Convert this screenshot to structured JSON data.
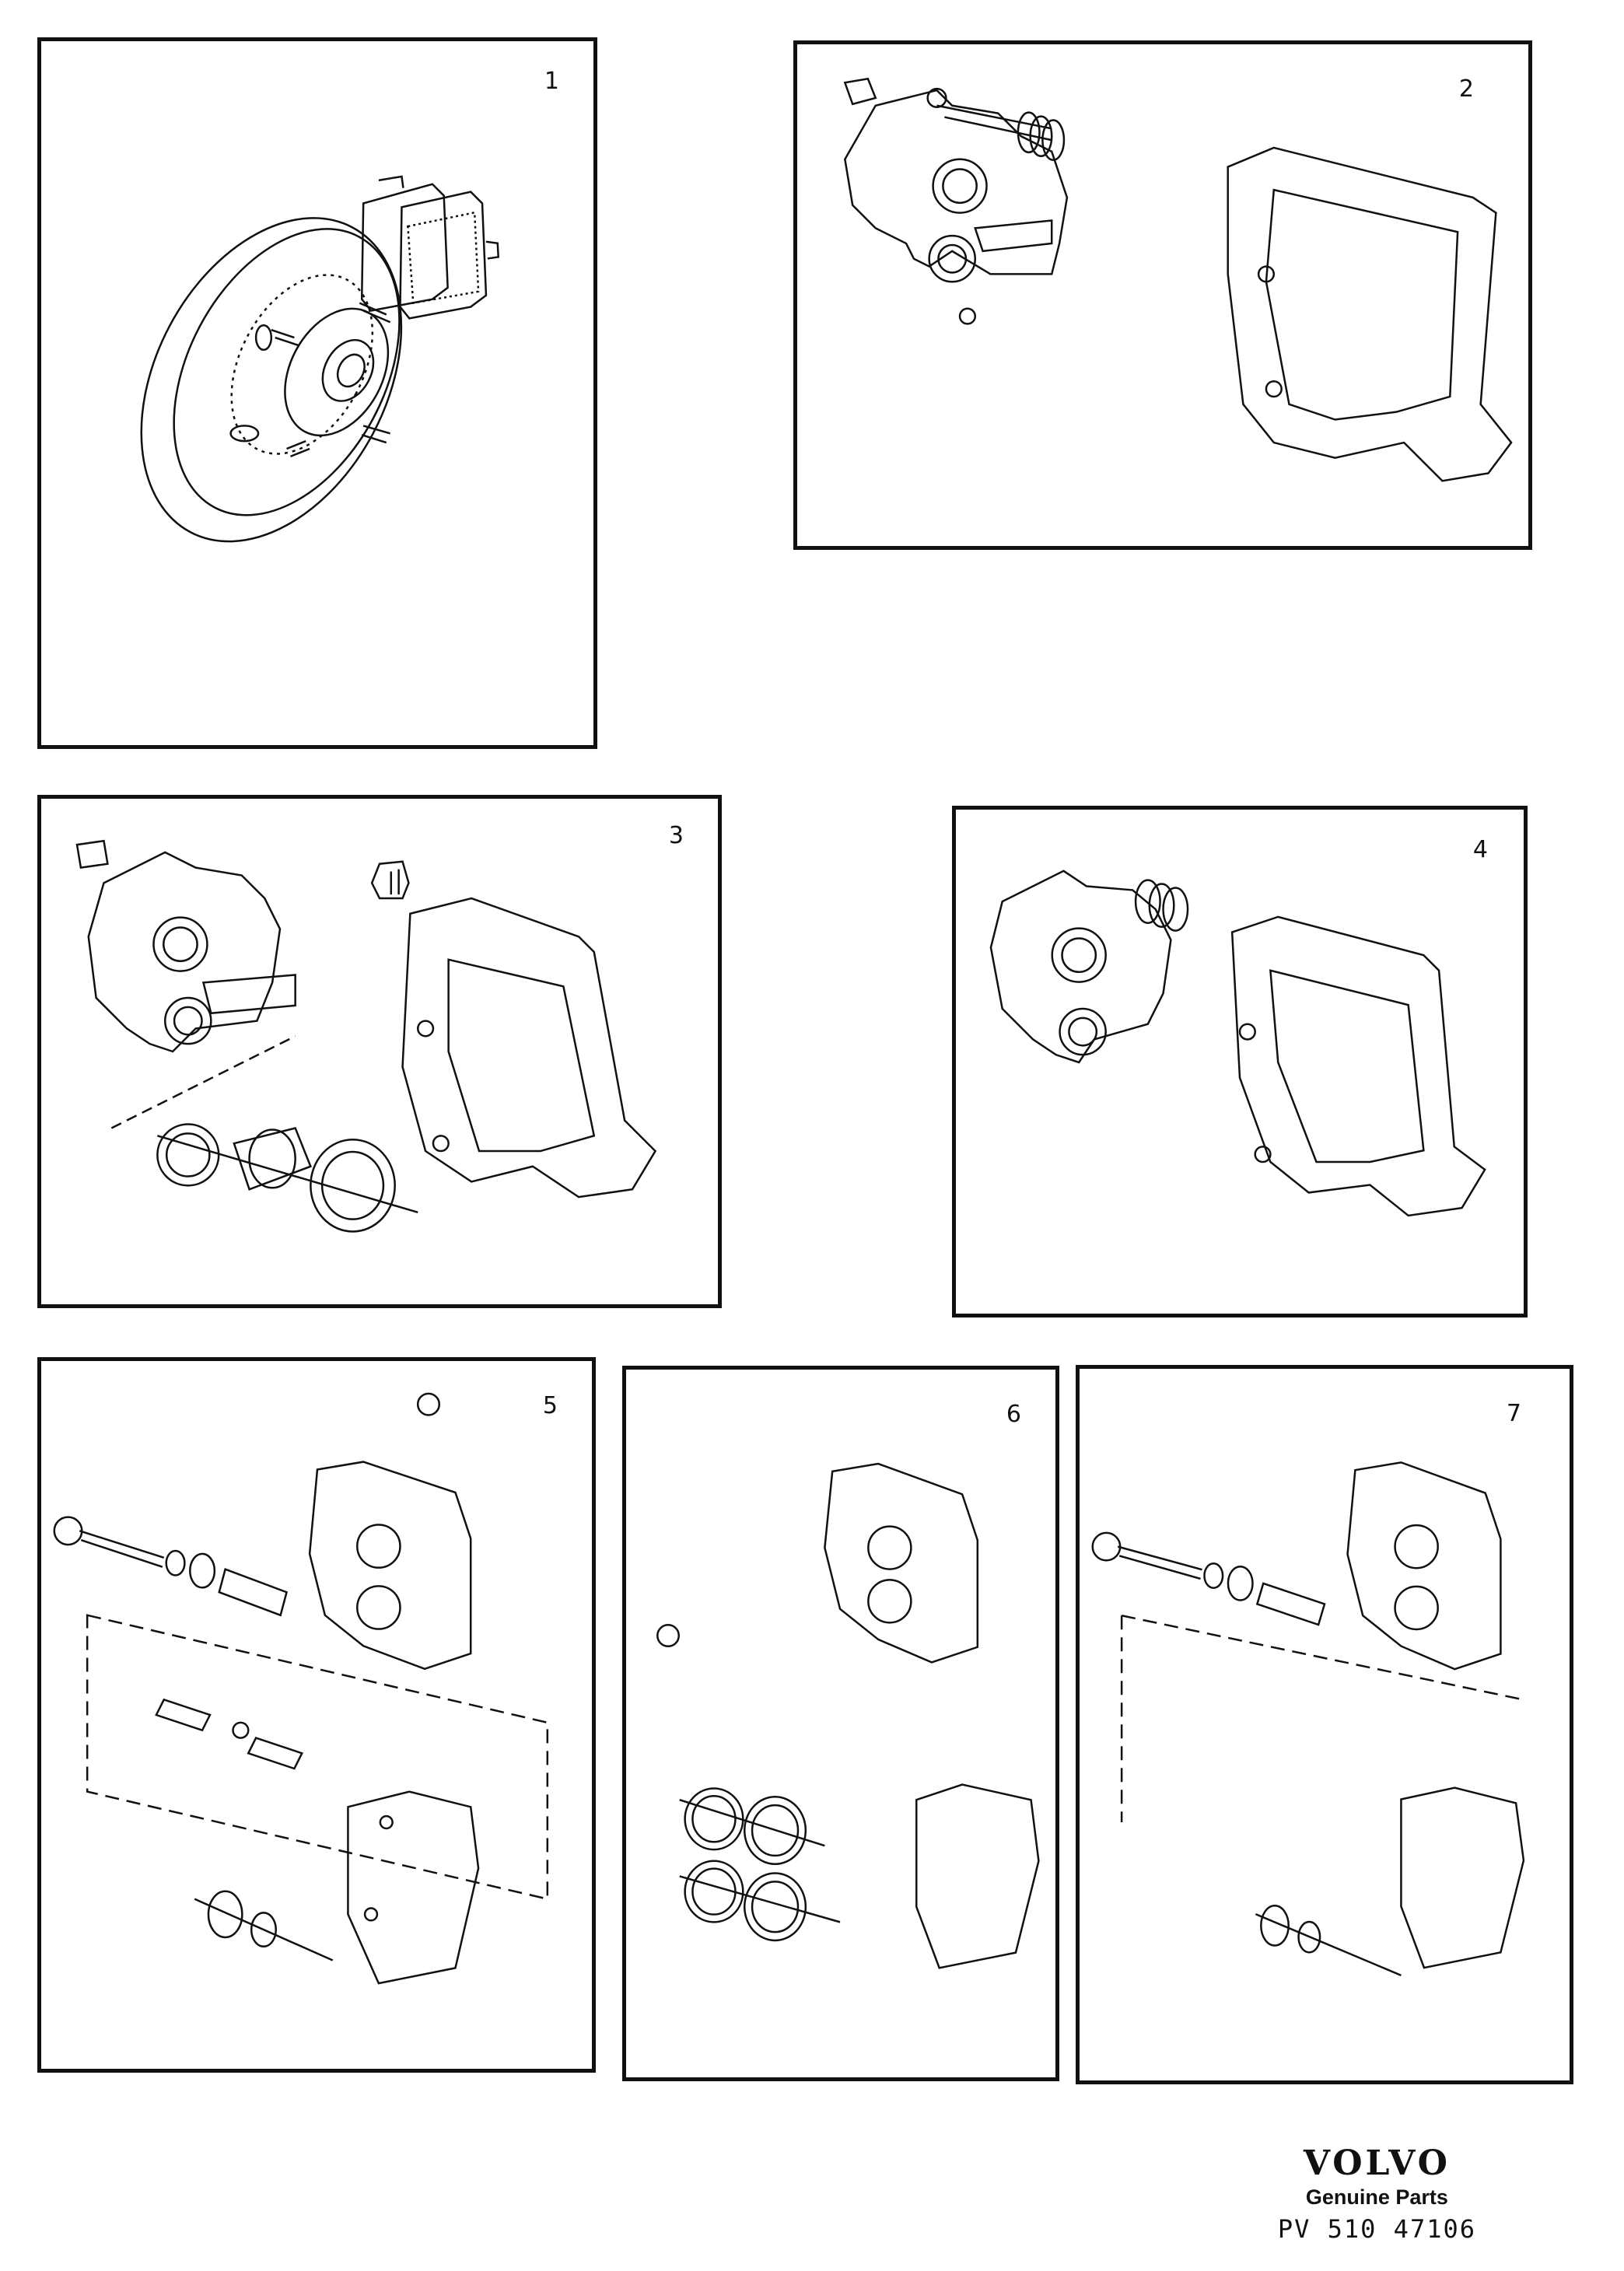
{
  "panels": [
    {
      "number": "1",
      "subject": "brake-disc-hub-and-pads"
    },
    {
      "number": "2",
      "subject": "caliper-with-guide-pin-and-bracket"
    },
    {
      "number": "3",
      "subject": "caliper-with-piston-and-seals"
    },
    {
      "number": "4",
      "subject": "caliper-assembly"
    },
    {
      "number": "5",
      "subject": "caliper-guide-pin-kit"
    },
    {
      "number": "6",
      "subject": "caliper-seal-kit"
    },
    {
      "number": "7",
      "subject": "caliper-bolt-kit"
    }
  ],
  "footer": {
    "brand": "VOLVO",
    "tagline": "Genuine Parts",
    "reference": "PV 510  47106"
  },
  "colors": {
    "line": "#111111",
    "paper": "#ffffff"
  }
}
